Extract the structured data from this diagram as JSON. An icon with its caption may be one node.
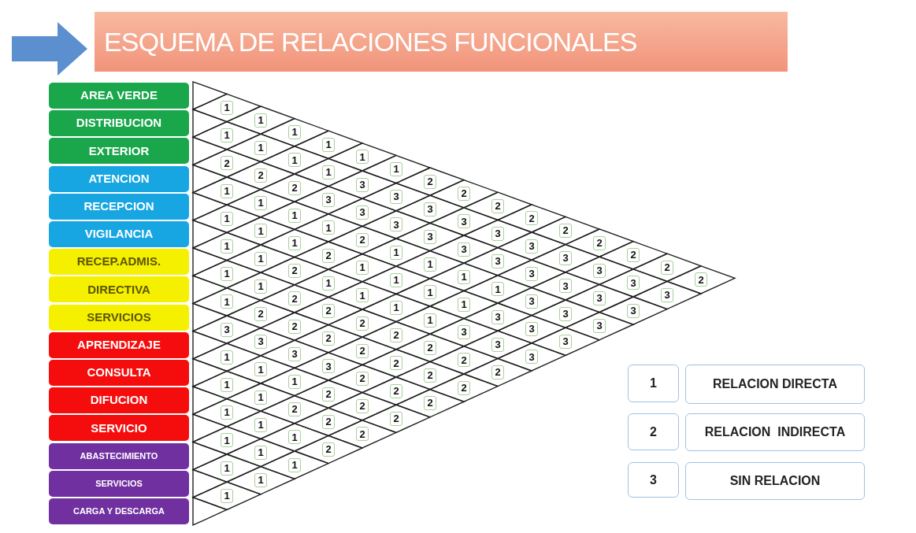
{
  "diagram": {
    "title": "ESQUEMA DE RELACIONES FUNCIONALES",
    "nodes": [
      {
        "text": [
          "AREA VERDE"
        ]
      },
      {
        "text": [
          "DISTRIBUCION"
        ]
      },
      {
        "text": [
          "EXTERIOR"
        ]
      },
      {
        "text": [
          "ATENCION"
        ]
      },
      {
        "text": [
          "RECEPCION"
        ]
      },
      {
        "text": [
          "VIGILANCIA"
        ]
      },
      {
        "text": [
          "RECEP.ADMIS."
        ]
      },
      {
        "text": [
          "DIRECTIVA"
        ]
      },
      {
        "text": [
          "SERVICIOS"
        ]
      },
      {
        "text": [
          "APRENDIZAJE"
        ]
      },
      {
        "text": [
          "CONSULTA"
        ]
      },
      {
        "text": [
          "DIFUCION"
        ]
      },
      {
        "text": [
          "SERVICIO"
        ]
      },
      {
        "text": [
          "ABASTECIMIENTO"
        ]
      },
      {
        "text": [
          "SERVICIOS"
        ]
      },
      {
        "text": [
          "CARGA Y DESCARGA"
        ]
      },
      {
        "text": [
          "1"
        ]
      },
      {
        "text": [
          "RELACION DIRECTA"
        ]
      },
      {
        "text": [
          "2"
        ]
      },
      {
        "text": [
          "RELACION  INDIRECTA"
        ]
      },
      {
        "text": [
          "3"
        ]
      },
      {
        "text": [
          "SIN RELACION"
        ]
      }
    ],
    "labels": [
      "1",
      "1",
      "2",
      "1",
      "1",
      "1",
      "1",
      "1",
      "3",
      "1",
      "1",
      "1",
      "1",
      "1",
      "1",
      "1",
      "1",
      "2",
      "1",
      "1",
      "1",
      "1",
      "2",
      "3",
      "1",
      "1",
      "1",
      "1",
      "1",
      "1",
      "1",
      "2",
      "1",
      "1",
      "2",
      "2",
      "2",
      "3",
      "1",
      "2",
      "1",
      "1",
      "1",
      "1",
      "3",
      "1",
      "2",
      "1",
      "2",
      "2",
      "3",
      "2",
      "2",
      "2",
      "1",
      "3",
      "3",
      "2",
      "1",
      "1",
      "2",
      "2",
      "2",
      "2",
      "2",
      "1",
      "3",
      "3",
      "1",
      "1",
      "1",
      "2",
      "2",
      "2",
      "2",
      "2",
      "3",
      "3",
      "1",
      "1",
      "1",
      "2",
      "2",
      "2",
      "2",
      "3",
      "3",
      "1",
      "1",
      "3",
      "2",
      "2",
      "2",
      "3",
      "3",
      "1",
      "3",
      "3",
      "2",
      "2",
      "3",
      "3",
      "3",
      "3",
      "3",
      "2",
      "3",
      "3",
      "3",
      "3",
      "2",
      "3",
      "3",
      "3",
      "2",
      "3",
      "3",
      "2",
      "3",
      "2"
    ]
  }
}
